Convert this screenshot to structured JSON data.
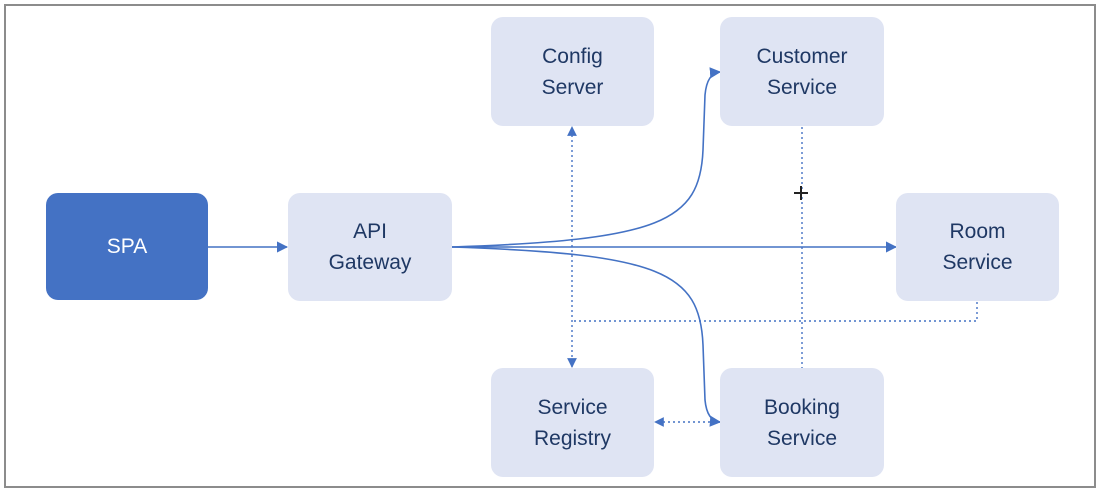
{
  "nodes": {
    "spa": "SPA",
    "api_gateway": "API\nGateway",
    "config_server": "Config\nServer",
    "customer_service": "Customer\nService",
    "room_service": "Room\nService",
    "service_registry": "Service\nRegistry",
    "booking_service": "Booking\nService"
  },
  "colors": {
    "node_fill": "#dfe4f3",
    "primary_fill": "#4472c4",
    "node_text": "#1f3864",
    "primary_text": "#ffffff",
    "connector": "#4472c4",
    "frame_border": "#8c8c8c"
  },
  "connectors": [
    {
      "from": "SPA",
      "to": "API Gateway",
      "style": "solid"
    },
    {
      "from": "API Gateway",
      "to": "Customer Service",
      "style": "solid"
    },
    {
      "from": "API Gateway",
      "to": "Room Service",
      "style": "solid"
    },
    {
      "from": "API Gateway",
      "to": "Booking Service",
      "style": "solid"
    },
    {
      "from": "Service Registry",
      "to": "Config Server",
      "style": "dotted"
    },
    {
      "from": "Config Server",
      "to": "Service Registry",
      "style": "dotted"
    },
    {
      "from": "Booking Service",
      "to": "Service Registry",
      "style": "dotted"
    },
    {
      "from": "Room Service",
      "to": "Service Registry",
      "style": "dotted"
    },
    {
      "from": "Customer Service",
      "to": "Booking Service",
      "style": "dotted"
    }
  ]
}
